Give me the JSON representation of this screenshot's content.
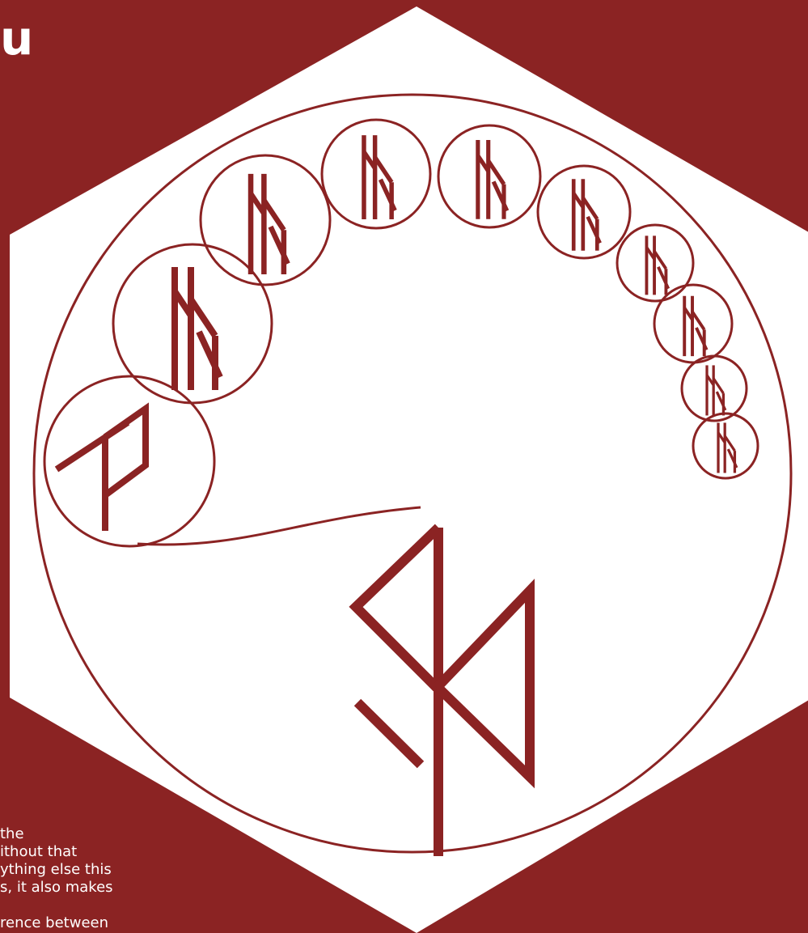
{
  "colors": {
    "background": "#8b2323",
    "panel": "#ffffff",
    "ink": "#8b2323"
  },
  "title_fragment": "u",
  "body_text": {
    "line1": "the",
    "line2": "ithout that",
    "line3": "ything else this",
    "line4": "s, it also makes",
    "line5": "rence between"
  },
  "icons": {
    "left_rune": "wunjo-rune-icon",
    "chain_runes": "bind-rune-icon",
    "large_rune": "bindrune-icon"
  }
}
